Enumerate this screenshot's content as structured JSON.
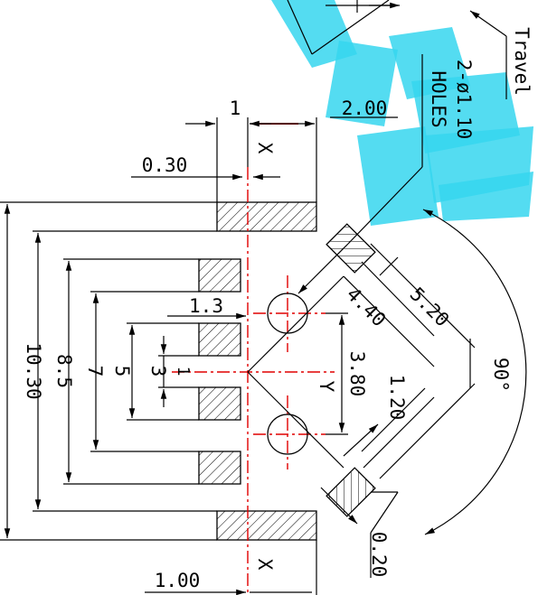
{
  "watermark": {
    "color": "#36d6ee"
  },
  "colors": {
    "centerline": "#e00000",
    "line": "#000000"
  },
  "labels": {
    "travel": "Travel",
    "holes_qty": "2-ø1.10",
    "holes": "HOLES",
    "pitch_top": "1",
    "width_200": "2.00",
    "offset_030": "0.30",
    "x_top": "X",
    "x_bottom": "X",
    "y_axis": "Y",
    "dim_1030": "10.30",
    "dim_85": "8.5",
    "dim_7": "7",
    "dim_5": "5",
    "dim_3": "3",
    "dim_1": "1",
    "dim_13": "1.3",
    "dim_380": "3.80",
    "dim_440": "4.40",
    "dim_520": "5.20",
    "dim_120": "1.20",
    "dim_020": "0.20",
    "dim_100": "1.00",
    "angle_90": "90°"
  }
}
